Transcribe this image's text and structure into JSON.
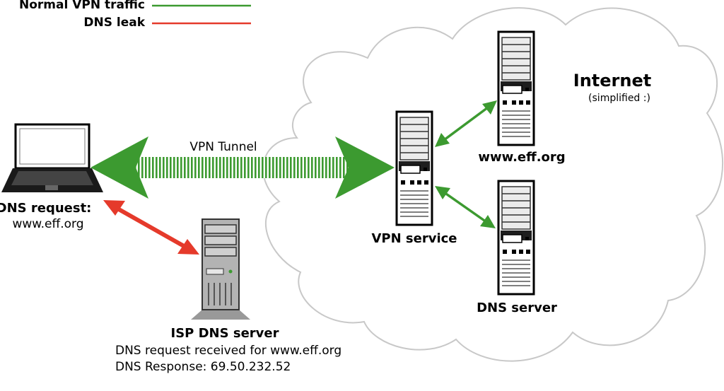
{
  "legend": {
    "normal_label": "Normal VPN traffic",
    "leak_label": "DNS leak"
  },
  "colors": {
    "normal": "#3c9a30",
    "leak": "#e53a2b",
    "cloud_stroke": "#c8c8c8"
  },
  "internet": {
    "title": "Internet",
    "subtitle": "(simplified :)"
  },
  "tunnel": {
    "label": "VPN Tunnel"
  },
  "client": {
    "label_line1": "DNS request:",
    "label_line2": "www.eff.org"
  },
  "isp": {
    "title": "ISP DNS server",
    "line1": "DNS request received for www.eff.org",
    "line2": "DNS Response: 69.50.232.52"
  },
  "vpn_service": {
    "label": "VPN service"
  },
  "eff_server": {
    "label": "www.eff.org"
  },
  "dns_server": {
    "label": "DNS server"
  },
  "icons": [
    "laptop-icon",
    "server-icon",
    "cloud-icon",
    "double-arrow-icon"
  ]
}
